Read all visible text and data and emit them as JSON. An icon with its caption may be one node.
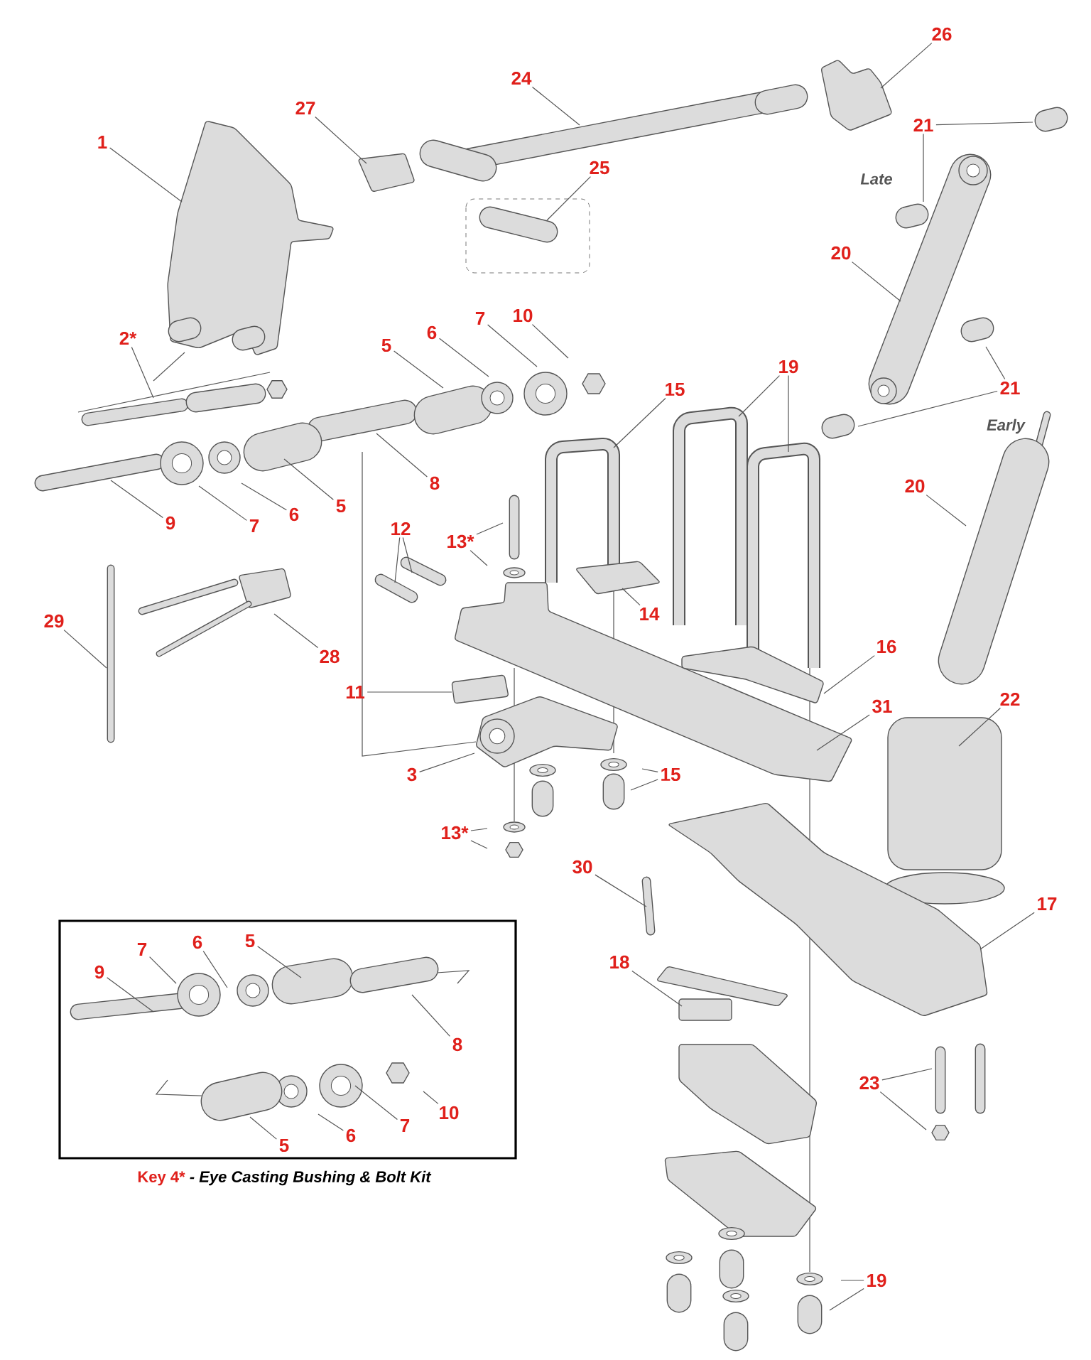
{
  "diagram": {
    "nodes": [
      {
        "text": [
          "1"
        ]
      },
      {
        "text": [
          "27"
        ]
      },
      {
        "text": [
          "24"
        ]
      },
      {
        "text": [
          "26"
        ]
      },
      {
        "text": [
          "25"
        ]
      },
      {
        "text": [
          "21"
        ]
      },
      {
        "text": [
          "20"
        ]
      },
      {
        "text": [
          "21"
        ]
      },
      {
        "text": [
          "20"
        ]
      },
      {
        "text": [
          "2*"
        ]
      },
      {
        "text": [
          "5"
        ]
      },
      {
        "text": [
          "6"
        ]
      },
      {
        "text": [
          "7"
        ]
      },
      {
        "text": [
          "10"
        ]
      },
      {
        "text": [
          "15"
        ]
      },
      {
        "text": [
          "19"
        ]
      },
      {
        "text": [
          "9"
        ]
      },
      {
        "text": [
          "7"
        ]
      },
      {
        "text": [
          "6"
        ]
      },
      {
        "text": [
          "5"
        ]
      },
      {
        "text": [
          "8"
        ]
      },
      {
        "text": [
          "12"
        ]
      },
      {
        "text": [
          "13*"
        ]
      },
      {
        "text": [
          "14"
        ]
      },
      {
        "text": [
          "29"
        ]
      },
      {
        "text": [
          "28"
        ]
      },
      {
        "text": [
          "16"
        ]
      },
      {
        "text": [
          "11"
        ]
      },
      {
        "text": [
          "22"
        ]
      },
      {
        "text": [
          "31"
        ]
      },
      {
        "text": [
          "3"
        ]
      },
      {
        "text": [
          "15"
        ]
      },
      {
        "text": [
          "13*"
        ]
      },
      {
        "text": [
          "30"
        ]
      },
      {
        "text": [
          "17"
        ]
      },
      {
        "text": [
          "18"
        ]
      },
      {
        "text": [
          "23"
        ]
      },
      {
        "text": [
          "19"
        ]
      },
      {
        "text": [
          "Key 4*",
          "- Eye Casting Bushing & Bolt Kit"
        ]
      },
      {
        "text": [
          "9"
        ],
        "in": 38
      },
      {
        "text": [
          "7"
        ],
        "in": 38
      },
      {
        "text": [
          "6"
        ],
        "in": 38
      },
      {
        "text": [
          "5"
        ],
        "in": 38
      },
      {
        "text": [
          "8"
        ],
        "in": 38
      },
      {
        "text": [
          "10"
        ],
        "in": 38
      },
      {
        "text": [
          "7"
        ],
        "in": 38
      },
      {
        "text": [
          "6"
        ],
        "in": 38
      },
      {
        "text": [
          "5"
        ],
        "in": 38
      }
    ],
    "edges": [
      {
        "from": 0,
        "to": null,
        "arrow": "none"
      },
      {
        "from": 1,
        "to": null,
        "arrow": "none"
      },
      {
        "from": 2,
        "to": null,
        "arrow": "none"
      },
      {
        "from": 3,
        "to": null,
        "arrow": "none"
      },
      {
        "from": 4,
        "to": null,
        "arrow": "none"
      },
      {
        "from": 5,
        "to": null,
        "arrow": "none"
      },
      {
        "from": 5,
        "to": null,
        "arrow": "none"
      },
      {
        "from": 6,
        "to": null,
        "arrow": "none"
      },
      {
        "from": 7,
        "to": null,
        "arrow": "none"
      },
      {
        "from": 7,
        "to": null,
        "arrow": "none"
      },
      {
        "from": 8,
        "to": null,
        "arrow": "none"
      },
      {
        "from": 9,
        "to": null,
        "arrow": "none"
      },
      {
        "from": 10,
        "to": null,
        "arrow": "none"
      },
      {
        "from": 11,
        "to": null,
        "arrow": "none"
      },
      {
        "from": 12,
        "to": null,
        "arrow": "none"
      },
      {
        "from": 13,
        "to": null,
        "arrow": "none"
      },
      {
        "from": 14,
        "to": null,
        "arrow": "none"
      },
      {
        "from": 15,
        "to": null,
        "arrow": "none"
      },
      {
        "from": 15,
        "to": null,
        "arrow": "none"
      },
      {
        "from": 16,
        "to": null,
        "arrow": "none"
      },
      {
        "from": 17,
        "to": null,
        "arrow": "none"
      },
      {
        "from": 18,
        "to": null,
        "arrow": "none"
      },
      {
        "from": 19,
        "to": null,
        "arrow": "none"
      },
      {
        "from": 20,
        "to": null,
        "arrow": "none"
      },
      {
        "from": 21,
        "to": null,
        "arrow": "none"
      },
      {
        "from": 21,
        "to": null,
        "arrow": "none"
      },
      {
        "from": 22,
        "to": null,
        "arrow": "none"
      },
      {
        "from": 22,
        "to": null,
        "arrow": "none"
      },
      {
        "from": 23,
        "to": null,
        "arrow": "none"
      },
      {
        "from": 24,
        "to": null,
        "arrow": "none"
      },
      {
        "from": 25,
        "to": null,
        "arrow": "none"
      },
      {
        "from": 26,
        "to": null,
        "arrow": "none"
      },
      {
        "from": 27,
        "to": null,
        "arrow": "none"
      },
      {
        "from": 28,
        "to": null,
        "arrow": "none"
      },
      {
        "from": 29,
        "to": null,
        "arrow": "none"
      },
      {
        "from": 30,
        "to": null,
        "arrow": "none"
      },
      {
        "from": 31,
        "to": null,
        "arrow": "none"
      },
      {
        "from": 31,
        "to": null,
        "arrow": "none"
      },
      {
        "from": 32,
        "to": null,
        "arrow": "none"
      },
      {
        "from": 32,
        "to": null,
        "arrow": "none"
      },
      {
        "from": 33,
        "to": null,
        "arrow": "none"
      },
      {
        "from": 34,
        "to": null,
        "arrow": "none"
      },
      {
        "from": 35,
        "to": null,
        "arrow": "none"
      },
      {
        "from": 36,
        "to": null,
        "arrow": "none"
      },
      {
        "from": 36,
        "to": null,
        "arrow": "none"
      },
      {
        "from": 37,
        "to": null,
        "arrow": "none"
      },
      {
        "from": 37,
        "to": null,
        "arrow": "none"
      },
      {
        "from": 39,
        "to": null,
        "arrow": "none"
      },
      {
        "from": 40,
        "to": null,
        "arrow": "none"
      },
      {
        "from": 41,
        "to": null,
        "arrow": "none"
      },
      {
        "from": 42,
        "to": null,
        "arrow": "none"
      },
      {
        "from": 43,
        "to": null,
        "arrow": "none"
      },
      {
        "from": 44,
        "to": null,
        "arrow": "none"
      },
      {
        "from": 45,
        "to": null,
        "arrow": "none"
      },
      {
        "from": 46,
        "to": null,
        "arrow": "none"
      },
      {
        "from": 47,
        "to": null,
        "arrow": "none"
      }
    ],
    "labels": [
      "Late",
      "Early"
    ]
  }
}
